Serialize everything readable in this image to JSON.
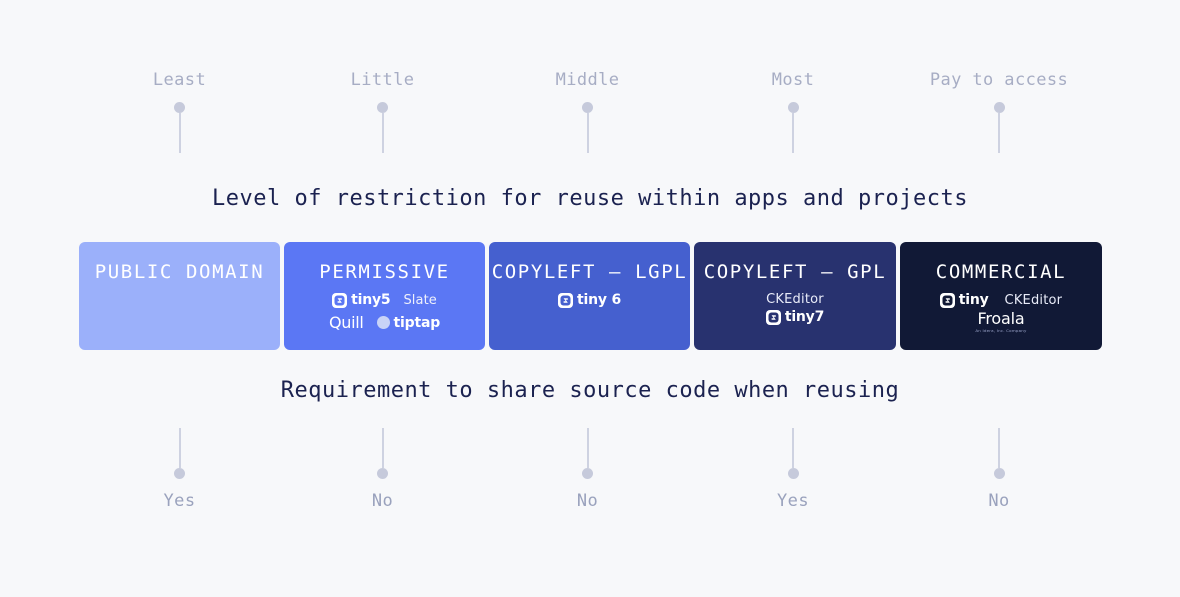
{
  "background": "#f7f8fa",
  "top_scale": {
    "title": "Level of restriction for reuse within apps and projects",
    "items": [
      {
        "label": "Least"
      },
      {
        "label": "Little"
      },
      {
        "label": "Middle"
      },
      {
        "label": "Most"
      },
      {
        "label": "Pay to access"
      }
    ]
  },
  "bottom_scale": {
    "title": "Requirement to share source code when reusing",
    "items": [
      {
        "label": "Yes"
      },
      {
        "label": "No"
      },
      {
        "label": "No"
      },
      {
        "label": "Yes"
      },
      {
        "label": "No"
      }
    ]
  },
  "bands": [
    {
      "label": "PUBLIC DOMAIN",
      "color": "#9bb0fa",
      "logo_rows": []
    },
    {
      "label": "PERMISSIVE",
      "color": "#5b77f4",
      "logo_rows": [
        [
          {
            "type": "tiny",
            "name": "tiny5"
          },
          {
            "type": "plain",
            "name": "Slate"
          }
        ],
        [
          {
            "type": "quill",
            "name": "Quill"
          },
          {
            "type": "tiptap",
            "name": "tiptap"
          }
        ]
      ]
    },
    {
      "label": "COPYLEFT — LGPL",
      "color": "#4560cf",
      "logo_rows": [
        [
          {
            "type": "tiny",
            "name": "tiny 6"
          }
        ]
      ]
    },
    {
      "label": "COPYLEFT — GPL",
      "color": "#28326f",
      "logo_rows": [
        [
          {
            "type": "ckeditor",
            "name": "CKEditor"
          }
        ],
        [
          {
            "type": "tiny",
            "name": "tiny7"
          }
        ]
      ]
    },
    {
      "label": "COMMERCIAL",
      "color": "#111936",
      "logo_rows": [
        [
          {
            "type": "tiny",
            "name": "tiny"
          },
          {
            "type": "ckeditor",
            "name": "CKEditor"
          }
        ],
        [
          {
            "type": "froala",
            "name": "Froala",
            "sub": "An Idera, Inc. Company"
          }
        ]
      ]
    }
  ]
}
